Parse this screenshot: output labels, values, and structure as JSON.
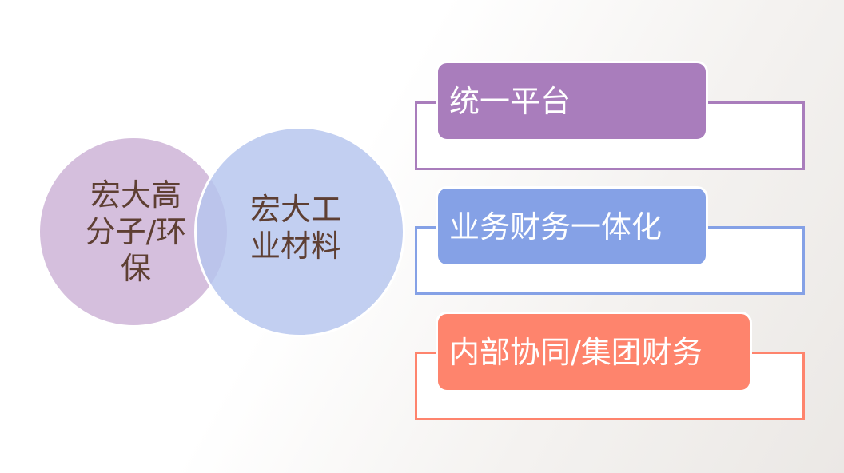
{
  "venn": {
    "left": "宏大高分子/环保",
    "right": "宏大工业材料"
  },
  "items": [
    {
      "label": "统一平台",
      "color": "#a97dbc"
    },
    {
      "label": "业务财务一体化",
      "color": "#85a1e6"
    },
    {
      "label": "内部协同/集团财务",
      "color": "#fe846d"
    }
  ]
}
